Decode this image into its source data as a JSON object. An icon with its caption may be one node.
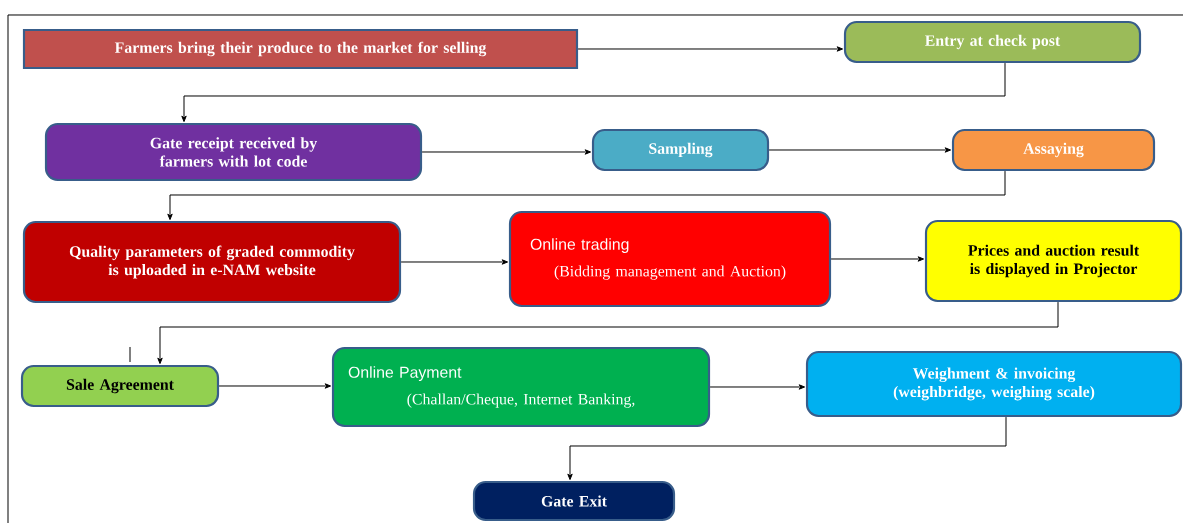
{
  "diagram": {
    "nodes": [
      {
        "text": [
          "Farmers bring their produce to the market for selling"
        ]
      },
      {
        "text": [
          "Entry at check post"
        ]
      },
      {
        "text": [
          "**Gate receipt received by farmers** with lot code"
        ]
      },
      {
        "text": [
          "Sampling"
        ]
      },
      {
        "text": [
          "Assaying"
        ]
      },
      {
        "text": [
          "**Quality parameters of graded commodity is uploaded in e-NAM** website"
        ]
      },
      {
        "text": [
          "Online trading",
          "(Bidding management and Auction)"
        ]
      },
      {
        "text": [
          "Prices and auction result is displayed in Projector"
        ]
      },
      {
        "text": [
          "Sale Agreement"
        ]
      },
      {
        "text": [
          "Online Payment",
          "(Challan/Cheque, Internet Banking,"
        ]
      },
      {
        "text": [
          "Weighment & invoicing (weighbridge, weighing scale)"
        ]
      },
      {
        "text": [
          "Gate Exit"
        ]
      }
    ],
    "edges": [
      {
        "from": 0,
        "to": 1,
        "arrow": "to"
      },
      {
        "from": 1,
        "to": 2,
        "arrow": "to"
      },
      {
        "from": 2,
        "to": 3,
        "arrow": "to"
      },
      {
        "from": 3,
        "to": 4,
        "arrow": "to"
      },
      {
        "from": 4,
        "to": 5,
        "arrow": "to"
      },
      {
        "from": 5,
        "to": 6,
        "arrow": "to"
      },
      {
        "from": 6,
        "to": 7,
        "arrow": "to"
      },
      {
        "from": 7,
        "to": 8,
        "arrow": "to"
      },
      {
        "from": 8,
        "to": 9,
        "arrow": "to"
      },
      {
        "from": 9,
        "to": 10,
        "arrow": "to"
      },
      {
        "from": 10,
        "to": 11,
        "arrow": "to"
      }
    ]
  }
}
